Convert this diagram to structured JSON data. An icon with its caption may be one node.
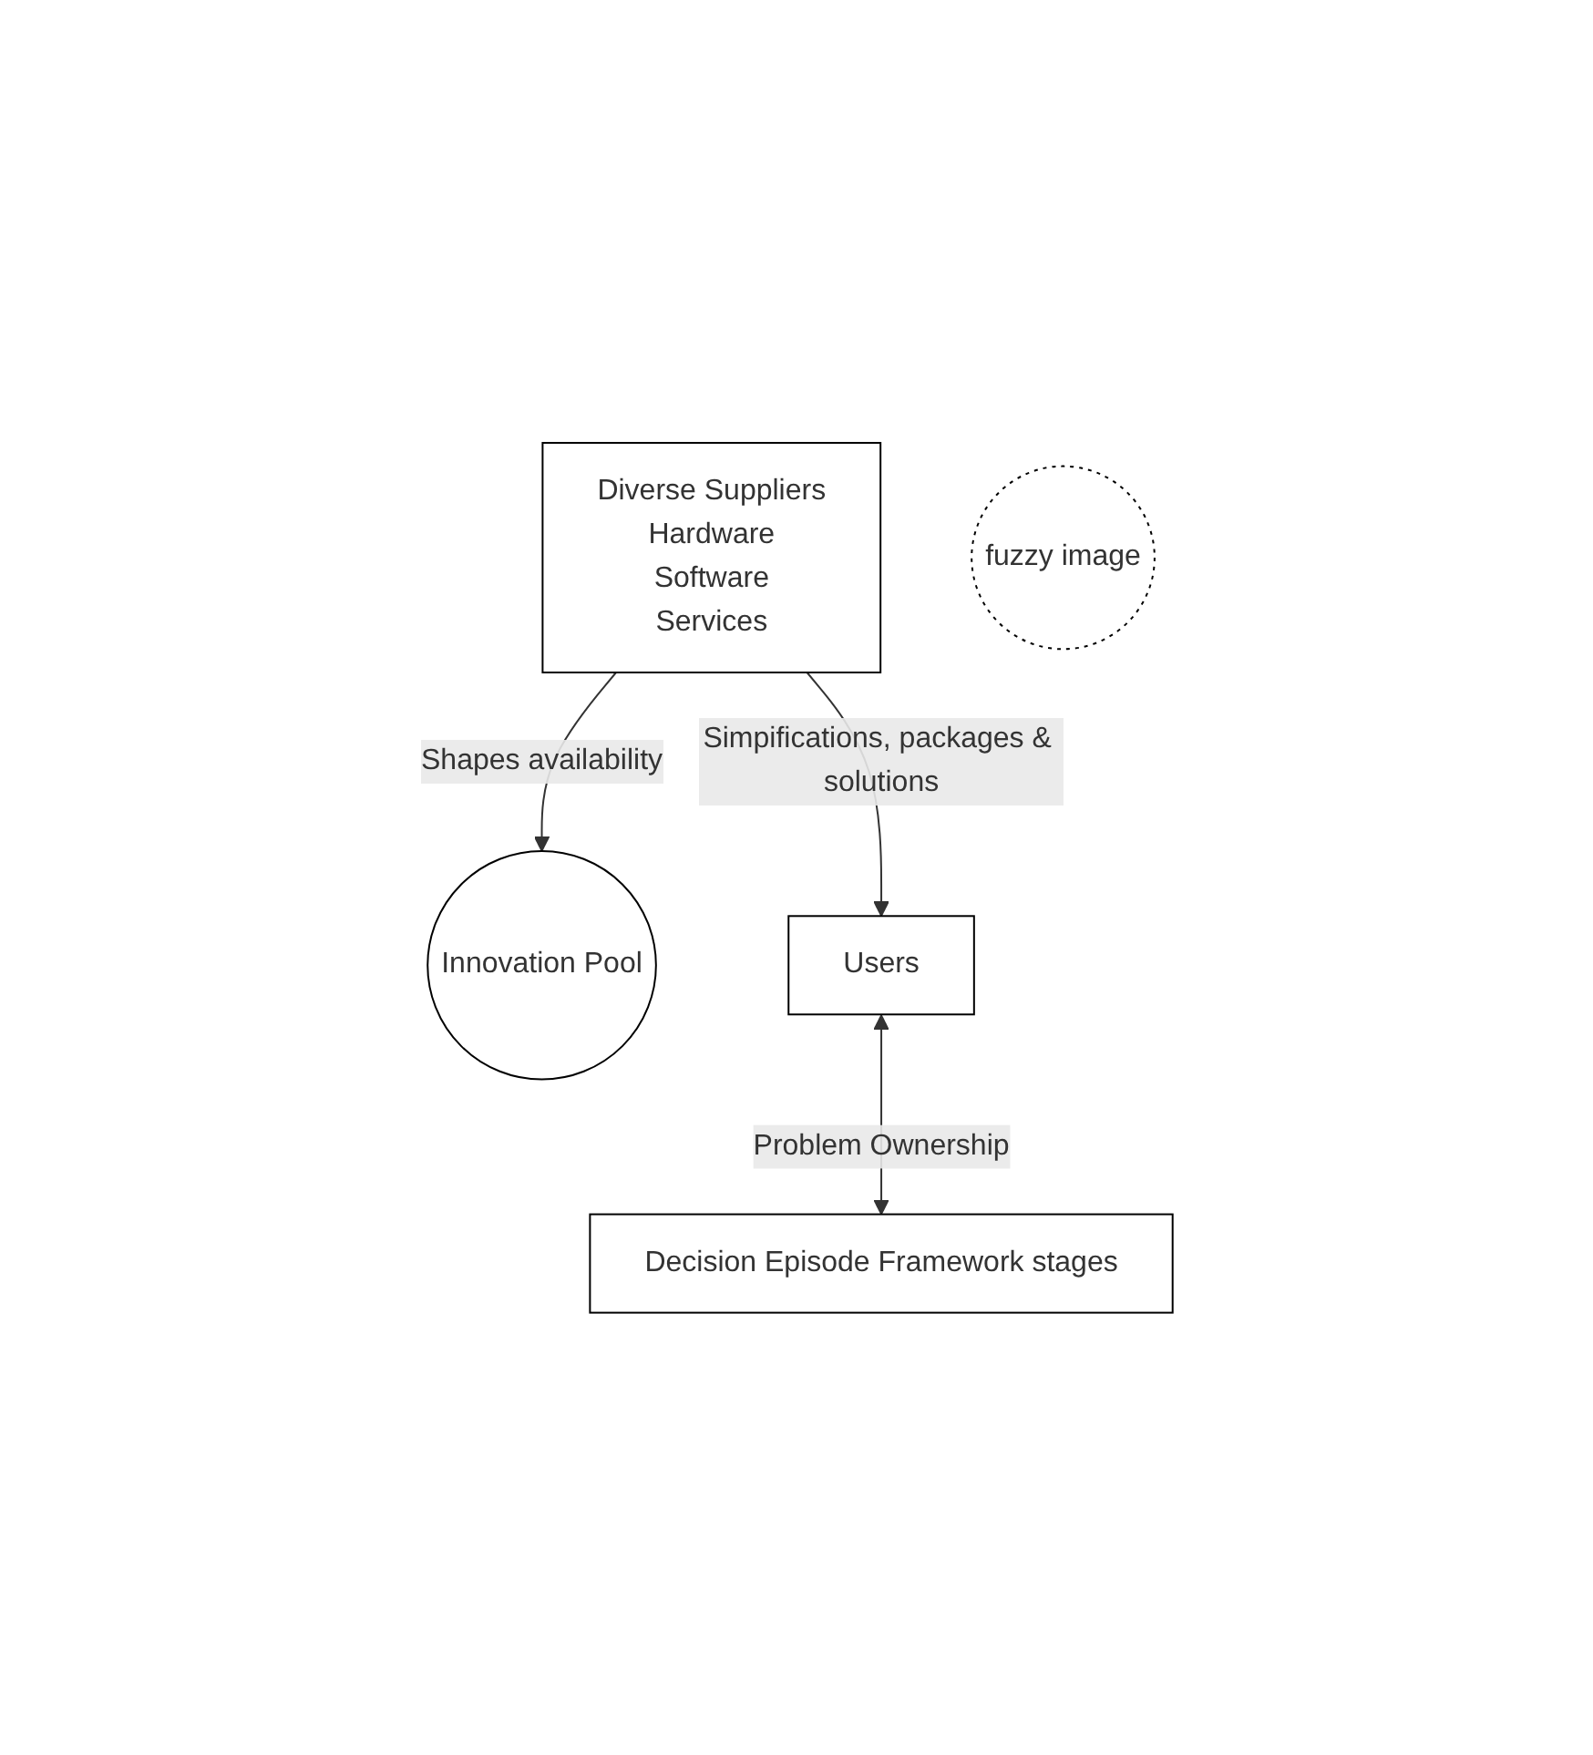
{
  "diagram": {
    "nodes": [
      {
        "text": [
          "Innovation Pool"
        ]
      },
      {
        "text": [
          "Diverse Suppliers",
          "Hardware",
          "Software",
          "Services"
        ]
      },
      {
        "text": [
          "fuzzy image"
        ]
      },
      {
        "text": [
          "Users"
        ]
      },
      {
        "text": [
          "Decision Episode Framework stages"
        ]
      }
    ],
    "edges": [
      {
        "from": 1,
        "to": 0,
        "arrow": "to",
        "label": "Shapes availability"
      },
      {
        "from": 1,
        "to": 3,
        "arrow": "to",
        "label": "Simpifications, packages & solutions"
      },
      {
        "from": 3,
        "to": 4,
        "arrow": "both",
        "label": "Problem Ownership"
      }
    ]
  }
}
